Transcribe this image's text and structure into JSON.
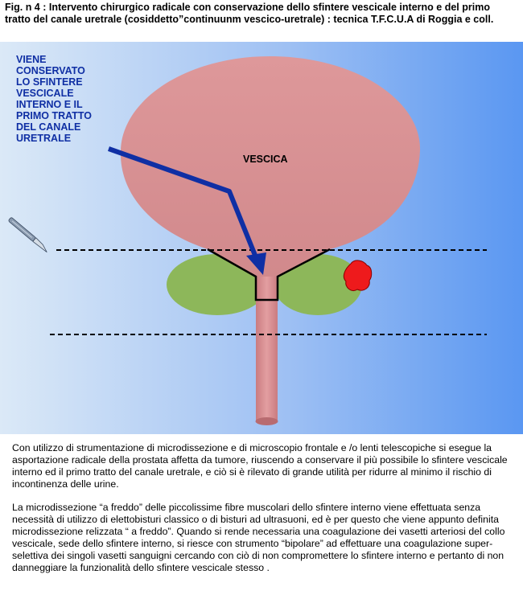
{
  "title": "Fig. n 4 : Intervento chirurgico radicale con conservazione dello sfintere vescicale interno e    del primo tratto del canale uretrale (cosiddetto”continuunm vescico-uretrale) :  tecnica T.F.C.U.A di Roggia e coll.",
  "figure": {
    "callout_label": "VIENE\nCONSERVATO\nLO SFINTERE\nVESCICALE\nINTERNO E IL\nPRIMO TRATTO\nDEL CANALE\nURETRALE",
    "bladder_label": "VESCICA",
    "icons": [
      "scalpel-icon",
      "tumor-blob-icon"
    ],
    "colors": {
      "background_start": "#dbe9f7",
      "background_end": "#5a97f2",
      "bladder": "#d88f92",
      "prostate": "#8db75a",
      "urethra": "#da9094",
      "arrow": "#0f2fa4",
      "tumor": "#ee1a1c"
    }
  },
  "body": {
    "paragraph_1": "Con utilizzo di strumentazione di microdissezione e di microscopio frontale e /o lenti telescopiche si esegue la asportazione radicale della prostata affetta da tumore, riuscendo a    conservare il più possibile lo sfintere vescicale interno ed il primo tratto del canale uretrale, e ciò si è rilevato di grande utilità per ridurre al minimo il rischio di incontinenza delle urine.",
    "paragraph_2": "La microdissezione “a freddo” delle piccolissime fibre muscolari dello sfintere interno viene effettuata senza necessità di utilizzo di elettobisturi classico o di bisturi ad ultrasuoni, ed è per questo che viene appunto definita microdissezione  relizzata “ a freddo”.   Quando si rende necessaria una coagulazione dei vasetti arteriosi del collo vescicale, sede dello sfintere interno,  si riesce con strumento “bipolare” ad effettuare una coagulazione super-selettiva  dei singoli vasetti sanguigni cercando con ciò  di  non compromettere lo sfintere interno e pertanto di non danneggiare  la funzionalità dello sfintere vescicale  stesso ."
  }
}
